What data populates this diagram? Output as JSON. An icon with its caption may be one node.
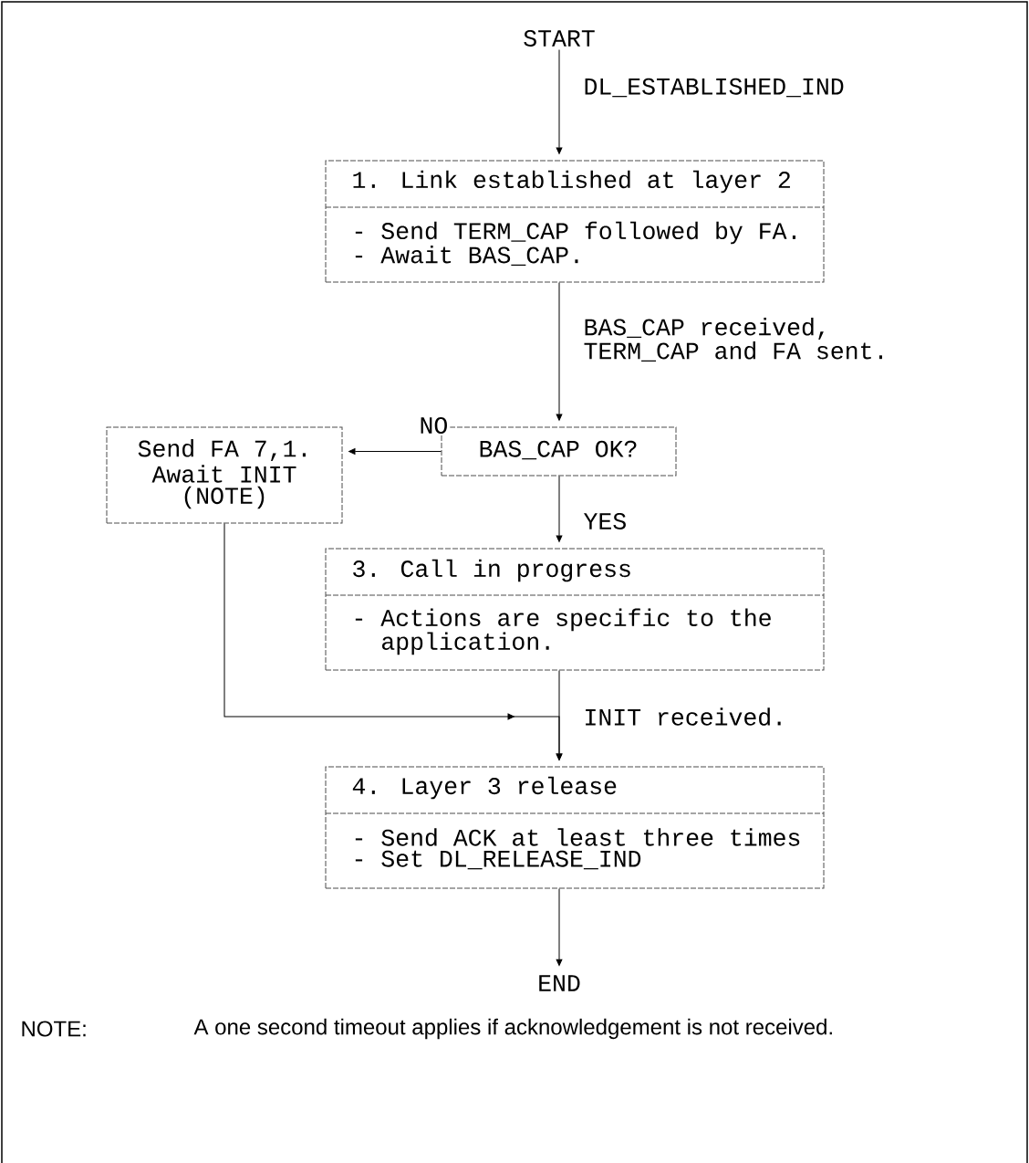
{
  "diagram": {
    "nodes": [
      {
        "text": [
          "START"
        ]
      },
      {
        "text": [
          "1. Link established at layer 2",
          "- Send TERM_CAP followed by FA.",
          "- Await BAS_CAP."
        ]
      },
      {
        "text": [
          "BAS_CAP OK?"
        ]
      },
      {
        "text": [
          "Send FA 7,1.",
          "Await INIT",
          "(NOTE)"
        ]
      },
      {
        "text": [
          "3. Call in progress",
          "- Actions are specific to the application."
        ]
      },
      {
        "text": [
          "4. Layer 3 release",
          "- Send ACK at least three times",
          "- Set DL_RELEASE_IND"
        ]
      },
      {
        "text": [
          "END"
        ]
      }
    ],
    "edges": [
      {
        "from": 0,
        "to": 1,
        "arrow": "to",
        "label": "DL_ESTABLISHED_IND"
      },
      {
        "from": 1,
        "to": 2,
        "arrow": "to",
        "label": "BAS_CAP received, TERM_CAP and FA sent."
      },
      {
        "from": 2,
        "to": 3,
        "arrow": "to",
        "label": "NO"
      },
      {
        "from": 2,
        "to": 4,
        "arrow": "to",
        "label": "YES"
      },
      {
        "from": 4,
        "to": 5,
        "arrow": "to",
        "label": "INIT received."
      },
      {
        "from": 3,
        "to": 5,
        "arrow": "to"
      },
      {
        "from": 5,
        "to": 6,
        "arrow": "to"
      }
    ],
    "labels": [
      "NOTE:",
      "A one second timeout applies if acknowledgement is not received."
    ]
  }
}
